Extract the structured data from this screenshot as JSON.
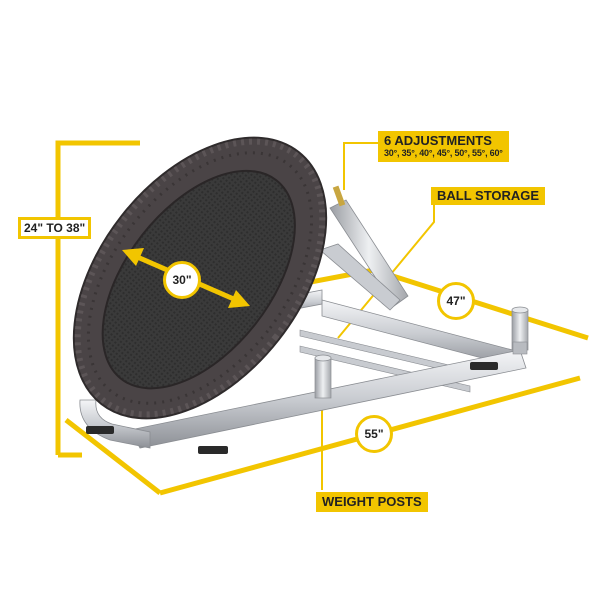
{
  "callouts": {
    "adjustments_title": "6 ADJUSTMENTS",
    "adjustments_angles": "30°, 35°, 40°, 45°, 50°, 55°, 60°",
    "ball_storage": "BALL STORAGE",
    "weight_posts": "WEIGHT POSTS"
  },
  "dimensions": {
    "height_range": "24\" TO 38\"",
    "diameter": "30\"",
    "width": "47\"",
    "length": "55\""
  },
  "colors": {
    "accent": "#f2c500",
    "frame": "#d4d6da",
    "mat": "#3a3a3a",
    "fabric": "#4a4446"
  }
}
